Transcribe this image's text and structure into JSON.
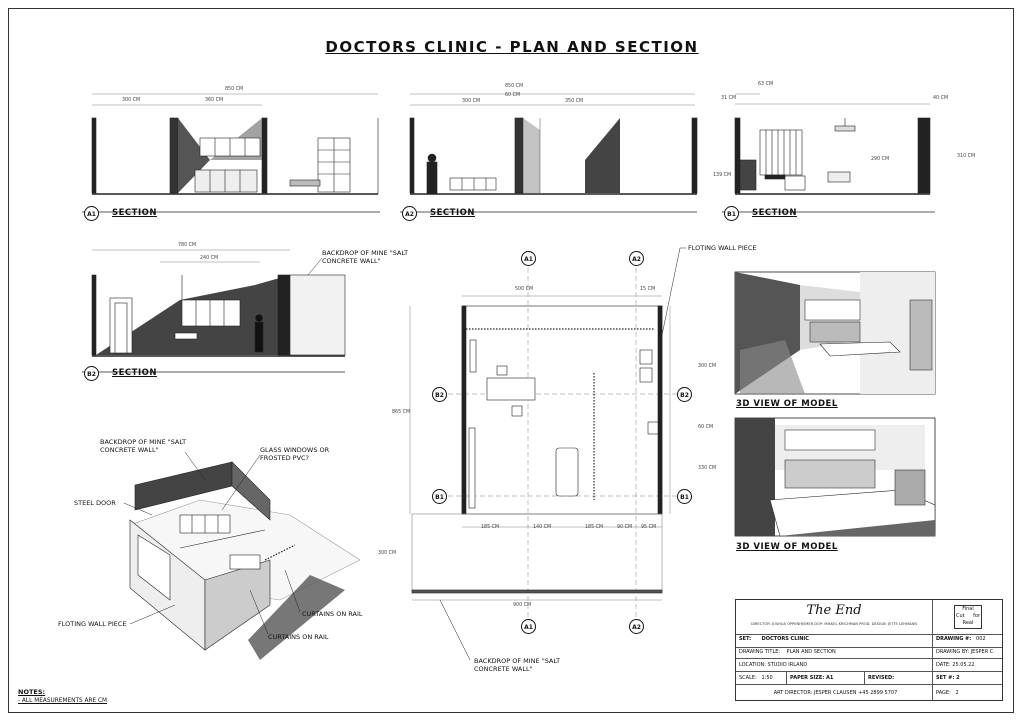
{
  "title": "DOCTORS CLINIC - PLAN AND SECTION",
  "sections": {
    "a1": {
      "tag": "A1",
      "label": "SECTION",
      "dims": [
        "850 CM",
        "300 CM",
        "360 CM"
      ]
    },
    "a2": {
      "tag": "A2",
      "label": "SECTION",
      "dims": [
        "850 CM",
        "60 CM",
        "300 CM",
        "350 CM"
      ]
    },
    "b1": {
      "tag": "B1",
      "label": "SECTION",
      "dims": [
        "63 CM",
        "31 CM",
        "40 CM",
        "290 CM",
        "310 CM",
        "139 CM"
      ]
    },
    "b2": {
      "tag": "B2",
      "label": "SECTION",
      "dims": [
        "780 CM",
        "240 CM"
      ]
    }
  },
  "annotations": {
    "backdrop_top": "BACKDROP OF MINE \"SALT CONCRETE WALL\"",
    "floting_wall_piece_top": "FLOTING WALL PIECE",
    "backdrop_iso": "BACKDROP OF MINE \"SALT CONCRETE WALL\"",
    "glass_windows": "GLASS WINDOWS OR FROSTED PVC?",
    "steel_door": "STEEL DOOR",
    "floting_wall_piece_iso": "FLOTING WALL PIECE",
    "curtains_1": "CURTAINS ON RAIL",
    "curtains_2": "CURTAINS ON RAIL",
    "backdrop_bottom": "BACKDROP OF MINE \"SALT CONCRETE WALL\""
  },
  "plan": {
    "markers": [
      "A1",
      "A2",
      "B2",
      "B2",
      "B1",
      "B1",
      "A1",
      "A2"
    ],
    "dims": {
      "top_width": "500 CM",
      "top_right": "15 CM",
      "left_height": "865 CM",
      "right_1": "300 CM",
      "right_2": "60 CM",
      "right_3": "330 CM",
      "bottom_1": "185 CM",
      "bottom_2": "140 CM",
      "bottom_3": "185 CM",
      "bottom_4": "90 CM",
      "bottom_5": "95 CM",
      "left_lower": "300 CM",
      "bottom_width": "900 CM"
    }
  },
  "views": {
    "view1": "3D VIEW OF MODEL",
    "view2": "3D VIEW OF MODEL"
  },
  "notes": {
    "heading": "NOTES:",
    "line1": "- ALL MEASUREMENTS ARE CM"
  },
  "title_block": {
    "logo": "The End",
    "credits": "DIRECTOR: JOSHUA OPPENHEIMER DOP: MIKKEL KRICHMAN PROD. DESIGN: JETTE LEHMANN",
    "stamp_line1": "Final",
    "stamp_line2": "Cut",
    "stamp_line3": "for",
    "stamp_line4": "Real",
    "set": "SET:",
    "set_value": "DOCTORS CLINIC",
    "drawing_no": "DRAWING #:",
    "drawing_no_value": "002",
    "drawing_title": "DRAWING TITLE:",
    "drawing_title_value": "PLAN AND SECTION",
    "drawing_by": "DRAWING BY: JESPER C.",
    "location": "LOCATION: STUDIO IRLAND",
    "date": "DATE: 25.05.22",
    "scale": "SCALE:",
    "scale_value": "1:50",
    "paper_size": "PAPER SIZE: A1",
    "revised": "REVISED:",
    "set_no": "SET #: 2",
    "art_director": "ART DIRECTOR: JESPER CLAUSEN +45 2899 5707",
    "page": "PAGE:",
    "page_value": "2"
  }
}
